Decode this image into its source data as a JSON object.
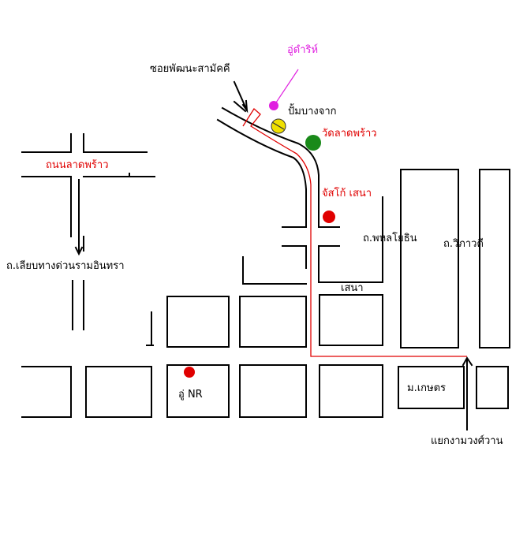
{
  "colors": {
    "line": "#000000",
    "route": "#e00000",
    "label_red": "#e00000",
    "label_magenta": "#e020e0",
    "label_black": "#000000",
    "marker_magenta": "#e020e0",
    "marker_yellow": "#f0e000",
    "marker_green": "#1a8a1a",
    "marker_red": "#e00000"
  },
  "labels": {
    "soi_phatthana_samakkhi": "ซอยพัฒนะสามัคคี",
    "u_darit": "อู่ดำริห์",
    "pump_bangchak": "ปั้มบางจาก",
    "wat_lat_phrao": "วัดลาดพร้าว",
    "thanon_lat_phrao": "ถนนลาดพร้าว",
    "jusco_sena": "จัสโก้ เสนา",
    "tho_phahon_yothin": "ถ.พหลโยธิน",
    "tho_wiphawadi": "ถ.วิภาวดี",
    "tho_liap_thang_duan": "ถ.เลียบทางด่วนรามอินทรา",
    "sena": "เสนา",
    "u_nr": "อู่ NR",
    "mo_kaset": "ม.เกษตร",
    "yaek_ngamwongwan": "แยกงามวงศ์วาน"
  },
  "markers": [
    {
      "name": "u-darit-marker",
      "color": "marker_magenta"
    },
    {
      "name": "pump-bangchak-marker",
      "color": "marker_yellow"
    },
    {
      "name": "wat-lat-phrao-marker",
      "color": "marker_green"
    },
    {
      "name": "jusco-sena-marker",
      "color": "marker_red"
    },
    {
      "name": "u-nr-marker",
      "color": "marker_red"
    }
  ]
}
